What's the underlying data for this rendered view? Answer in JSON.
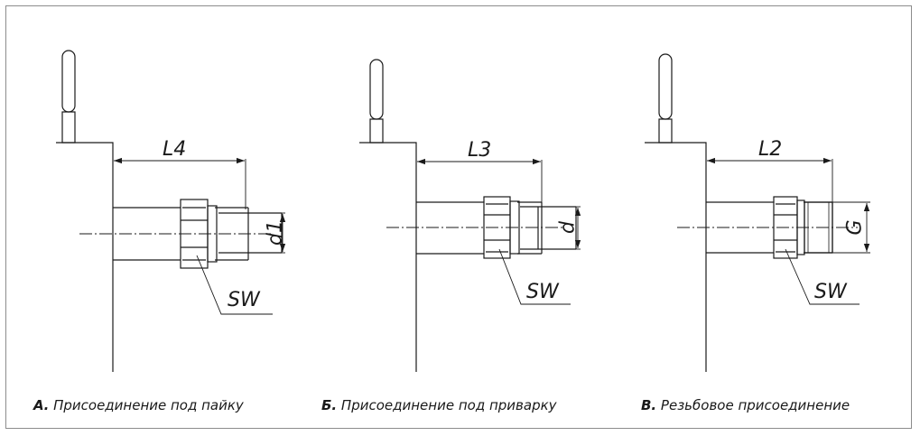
{
  "diagrams": [
    {
      "length_label": "L4",
      "diameter_label": "d1",
      "wrench_label": "SW",
      "caption_letter": "А.",
      "caption_text": "Присоединение под пайку"
    },
    {
      "length_label": "L3",
      "diameter_label": "d",
      "wrench_label": "SW",
      "caption_letter": "Б.",
      "caption_text": "Присоединение под приварку"
    },
    {
      "length_label": "L2",
      "diameter_label": "G",
      "wrench_label": "SW",
      "caption_letter": "В.",
      "caption_text": "Резьбовое присоединение"
    }
  ],
  "colors": {
    "line": "#1a1a1a",
    "frame": "#8c8c8c"
  }
}
